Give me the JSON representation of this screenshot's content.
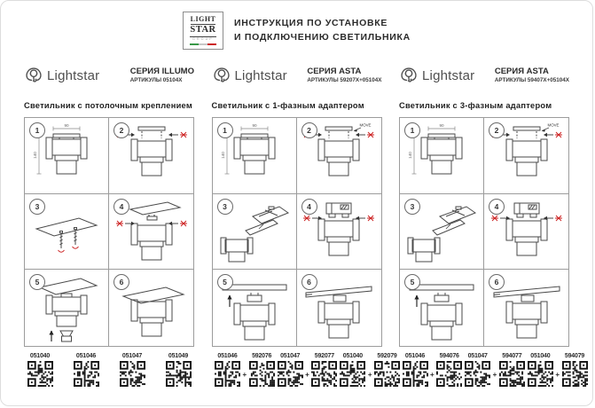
{
  "header": {
    "logo": {
      "line1": "LIGHT",
      "line2": "STAR",
      "line3": "GROUP"
    },
    "title_line1": "ИНСТРУКЦИЯ  ПО  УСТАНОВКЕ",
    "title_line2": "И ПОДКЛЮЧЕНИЮ СВЕТИЛЬНИКА"
  },
  "plus_sign": "+",
  "colors": {
    "accent_red": "#cc2222",
    "drawing_line": "#4a4a4a",
    "flag_green": "#3a9948",
    "flag_gray": "#c8c8c8",
    "flag_red": "#cc2222"
  },
  "columns": [
    {
      "brand": "Lightstar",
      "series": "СЕРИЯ ILLUMO",
      "articles": "АРТИКУЛЫ 05104X",
      "subtitle": "Светильник с потолочным креплением",
      "dims": {
        "width": "90",
        "height": "140"
      },
      "steps": [
        {
          "num": "1",
          "drawing": "fixture-dimensions"
        },
        {
          "num": "2",
          "drawing": "detach-mount-plate"
        },
        {
          "num": "3",
          "drawing": "ceiling-plate-anchors"
        },
        {
          "num": "4",
          "drawing": "attach-plate"
        },
        {
          "num": "5",
          "drawing": "insert-lamp"
        },
        {
          "num": "6",
          "drawing": "assembled-ceiling"
        }
      ],
      "code_groups": [
        [
          "051040"
        ],
        [
          "051046"
        ],
        [
          "051047"
        ],
        [
          "051049"
        ]
      ]
    },
    {
      "brand": "Lightstar",
      "series": "СЕРИЯ ASTA",
      "articles": "АРТИКУЛЫ 59207X+05104X",
      "subtitle": "Светильник с 1-фазным адаптером",
      "dims": {
        "width": "90",
        "height": "140"
      },
      "steps": [
        {
          "num": "1",
          "drawing": "fixture-dimensions"
        },
        {
          "num": "2",
          "drawing": "detach-mount-plate",
          "label": "MOVE"
        },
        {
          "num": "3",
          "drawing": "adapter-detach"
        },
        {
          "num": "4",
          "drawing": "adapter-attach"
        },
        {
          "num": "5",
          "drawing": "track-mount"
        },
        {
          "num": "6",
          "drawing": "assembled-track"
        }
      ],
      "code_groups": [
        [
          "051046",
          "592076"
        ],
        [
          "051047",
          "592077"
        ],
        [
          "051040",
          "592079"
        ]
      ]
    },
    {
      "brand": "Lightstar",
      "series": "СЕРИЯ ASTA",
      "articles": "АРТИКУЛЫ 59407X+05104X",
      "subtitle": "Светильник с 3-фазным адаптером",
      "dims": {
        "width": "90",
        "height": "140"
      },
      "steps": [
        {
          "num": "1",
          "drawing": "fixture-dimensions"
        },
        {
          "num": "2",
          "drawing": "detach-mount-plate",
          "label": "MOVE"
        },
        {
          "num": "3",
          "drawing": "adapter-detach"
        },
        {
          "num": "4",
          "drawing": "adapter-attach"
        },
        {
          "num": "5",
          "drawing": "track-mount"
        },
        {
          "num": "6",
          "drawing": "assembled-track"
        }
      ],
      "code_groups": [
        [
          "051046",
          "594076"
        ],
        [
          "051047",
          "594077"
        ],
        [
          "051040",
          "594079"
        ]
      ]
    }
  ]
}
